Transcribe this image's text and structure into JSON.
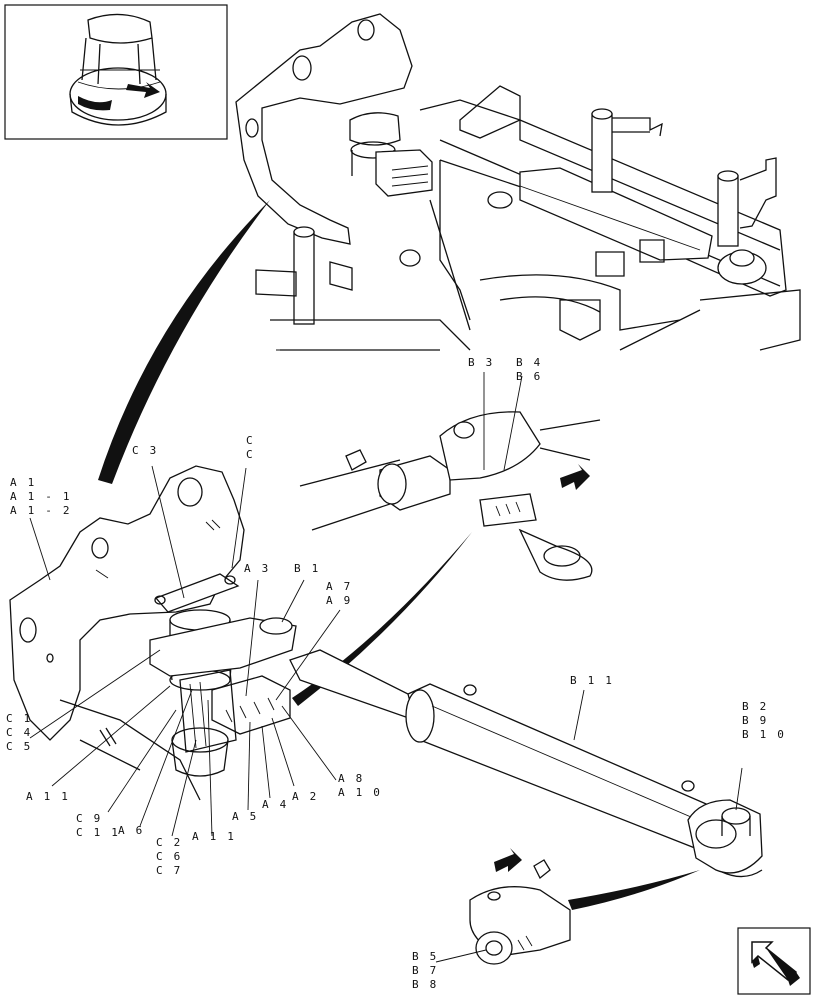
{
  "diagram": {
    "callouts": [
      {
        "key": "a1",
        "lines": [
          "A 1",
          "A 1 - 1",
          "A 1 - 2"
        ]
      },
      {
        "key": "c3",
        "lines": [
          "C 3"
        ]
      },
      {
        "key": "c_top",
        "lines": [
          "C",
          "C"
        ]
      },
      {
        "key": "a3",
        "lines": [
          "A 3"
        ]
      },
      {
        "key": "b1",
        "lines": [
          "B 1"
        ]
      },
      {
        "key": "a7",
        "lines": [
          "A 7",
          "A 9"
        ]
      },
      {
        "key": "b3",
        "lines": [
          "B 3"
        ]
      },
      {
        "key": "b4",
        "lines": [
          "B 4",
          "B 6"
        ]
      },
      {
        "key": "c1",
        "lines": [
          "C 1",
          "C 4",
          "C 5"
        ]
      },
      {
        "key": "a11a",
        "lines": [
          "A 1 1"
        ]
      },
      {
        "key": "c9",
        "lines": [
          "C 9",
          "C 1 1"
        ]
      },
      {
        "key": "a6",
        "lines": [
          "A 6"
        ]
      },
      {
        "key": "c2",
        "lines": [
          "C 2",
          "C 6",
          "C 7"
        ]
      },
      {
        "key": "a11b",
        "lines": [
          "A 1 1"
        ]
      },
      {
        "key": "a5",
        "lines": [
          "A 5"
        ]
      },
      {
        "key": "a4",
        "lines": [
          "A 4"
        ]
      },
      {
        "key": "a2",
        "lines": [
          "A 2"
        ]
      },
      {
        "key": "a8",
        "lines": [
          "A 8",
          "A 1 0"
        ]
      },
      {
        "key": "b11",
        "lines": [
          "B 1 1"
        ]
      },
      {
        "key": "b2",
        "lines": [
          "B 2",
          "B 9",
          "B 1 0"
        ]
      },
      {
        "key": "b5",
        "lines": [
          "B 5",
          "B 7",
          "B 8"
        ]
      }
    ],
    "icons": [
      "machine-overview-thumbnail",
      "navigation-arrow-icon"
    ]
  }
}
